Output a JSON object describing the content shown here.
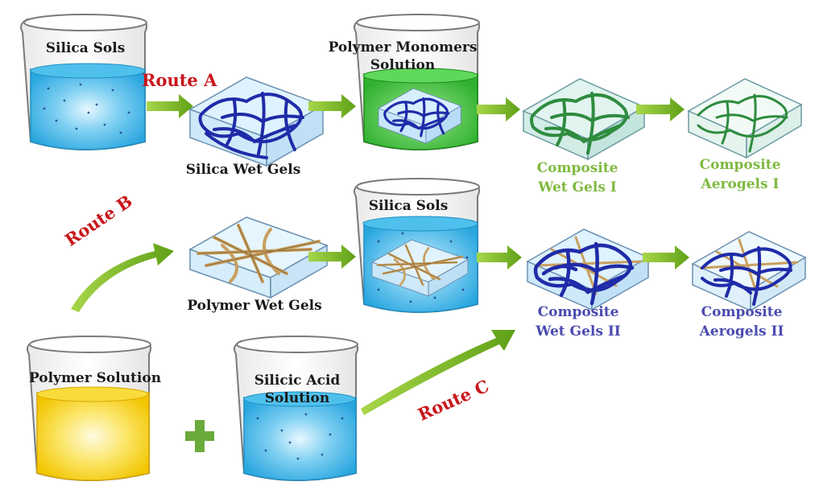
{
  "beakers": {
    "silica_sols_a": "Silica Sols",
    "polymer_monomers": "Polymer Monomers Solution",
    "silica_sols_b": "Silica Sols",
    "polymer_solution": "Polymer Solution",
    "silicic_acid": "Silicic Acid Solution"
  },
  "routes": {
    "a": "Route A",
    "b": "Route B",
    "c": "Route C"
  },
  "labels": {
    "silica_wet_gels": "Silica Wet Gels",
    "polymer_wet_gels": "Polymer Wet Gels",
    "composite_wet_gels_1_line1": "Composite",
    "composite_wet_gels_1_line2": "Wet Gels I",
    "composite_aerogels_1_line1": "Composite",
    "composite_aerogels_1_line2": "Aerogels I",
    "composite_wet_gels_2_line1": "Composite",
    "composite_wet_gels_2_line2": "Wet Gels II",
    "composite_aerogels_2_line1": "Composite",
    "composite_aerogels_2_line2": "Aerogels II"
  },
  "colors": {
    "silica_blue": "#35b2e6",
    "monomer_green": "#3ec63a",
    "polymer_yellow": "#f7d21a",
    "arrow_green": "#7dbb26",
    "route_red": "#c8171c",
    "network_blue": "#1f2ba8",
    "network_green": "#2e8c3e",
    "polymer_fiber": "#c9a060",
    "label_green": "#7fb93f",
    "label_blue": "#4a4ab0"
  }
}
